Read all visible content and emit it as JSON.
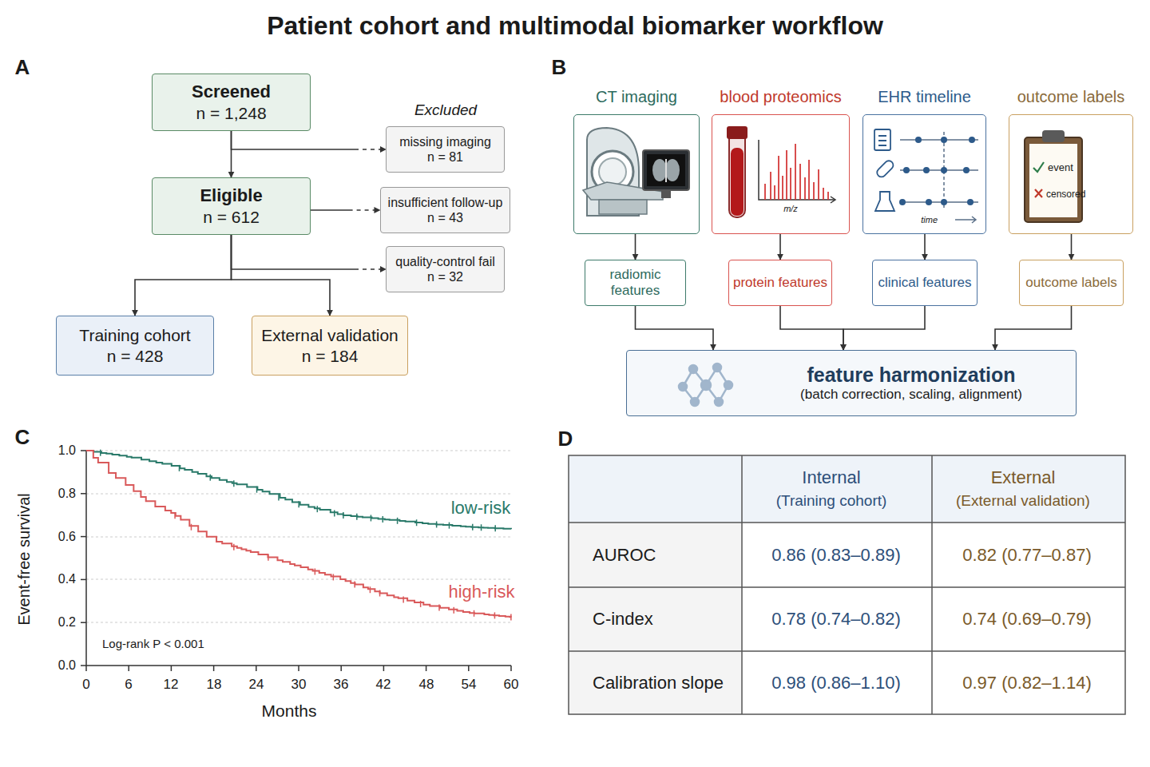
{
  "diagram": {
    "title": "Patient cohort and multimodal biomarker workflow",
    "nodes": [
      {
        "text": [
          "Screened",
          "n = 1,248"
        ]
      },
      {
        "text": [
          "Eligible",
          "n = 612"
        ]
      },
      {
        "text": [
          "missing imaging",
          "n = 81"
        ]
      },
      {
        "text": [
          "insufficient follow-up",
          "n = 43"
        ]
      },
      {
        "text": [
          "quality-control fail",
          "n = 32"
        ]
      },
      {
        "text": [
          "Training cohort",
          "n = 428"
        ]
      },
      {
        "text": [
          "External validation",
          "n = 184"
        ]
      },
      {
        "text": [
          "CT imaging"
        ]
      },
      {
        "text": [
          "blood proteomics"
        ]
      },
      {
        "text": [
          "EHR timeline"
        ]
      },
      {
        "text": [
          "outcome labels"
        ]
      },
      {
        "text": [
          "radiomic features"
        ]
      },
      {
        "text": [
          "protein features"
        ]
      },
      {
        "text": [
          "clinical features"
        ]
      },
      {
        "text": [
          "outcome labels"
        ]
      },
      {
        "text": [
          "feature harmonization",
          "(batch correction, scaling, alignment)"
        ]
      }
    ],
    "edges": [
      {
        "from": 0,
        "to": 1,
        "arrow": "to"
      },
      {
        "from": 0,
        "to": 2,
        "arrow": "to"
      },
      {
        "from": 1,
        "to": 3,
        "arrow": "to"
      },
      {
        "from": 1,
        "to": 4,
        "arrow": "to"
      },
      {
        "from": 1,
        "to": 5,
        "arrow": "to"
      },
      {
        "from": 1,
        "to": 6,
        "arrow": "to"
      },
      {
        "from": 7,
        "to": 11,
        "arrow": "to"
      },
      {
        "from": 8,
        "to": 12,
        "arrow": "to"
      },
      {
        "from": 9,
        "to": 13,
        "arrow": "to"
      },
      {
        "from": 10,
        "to": 14,
        "arrow": "to"
      },
      {
        "from": 11,
        "to": 15,
        "arrow": "to"
      },
      {
        "from": 12,
        "to": 15,
        "arrow": "to"
      },
      {
        "from": 13,
        "to": 15,
        "arrow": "to"
      },
      {
        "from": 14,
        "to": 15,
        "arrow": "to"
      }
    ],
    "labels": [
      "A",
      "Excluded",
      "B",
      "m/z",
      "time",
      "event",
      "censored",
      "C",
      "Event-free survival",
      "1.0",
      "0.8",
      "0.6",
      "0.4",
      "0.2",
      "0.0",
      "0",
      "6",
      "12",
      "18",
      "24",
      "30",
      "36",
      "42",
      "48",
      "54",
      "60",
      "Months",
      "low-risk",
      "high-risk",
      "Log-rank P < 0.001",
      "D",
      "Internal",
      "(Training cohort)",
      "External",
      "(External validation)",
      "AUROC",
      "0.86 (0.83–0.89)",
      "0.82 (0.77–0.87)",
      "C-index",
      "0.78 (0.74–0.82)",
      "0.74 (0.69–0.79)",
      "Calibration slope",
      "0.98 (0.86–1.10)",
      "0.97 (0.82–1.14)"
    ]
  }
}
